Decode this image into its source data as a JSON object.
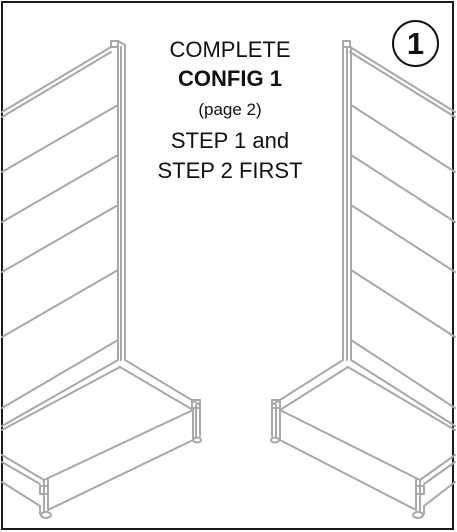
{
  "step_number": "1",
  "instruction": {
    "line1": "COMPLETE",
    "line2": "CONFIG 1",
    "line3": "(page 2)",
    "line4": "STEP 1 and",
    "line5": "STEP 2 FIRST"
  },
  "colors": {
    "frame": "#1a1a1a",
    "line_art": "#a8a8a8"
  }
}
